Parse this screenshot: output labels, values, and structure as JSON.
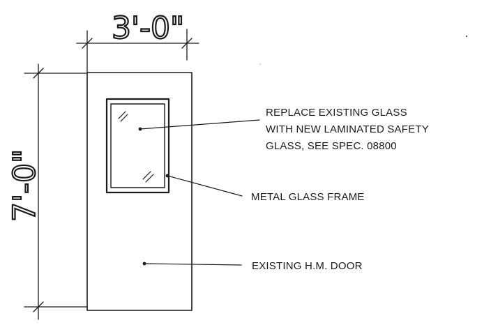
{
  "dimensions": {
    "width_label": "3'-0\"",
    "height_label": "7'-0\""
  },
  "notes": {
    "glass": [
      "REPLACE EXISTING GLASS",
      "WITH NEW LAMINATED SAFETY",
      "GLASS, SEE SPEC. 08800"
    ],
    "frame": "METAL GLASS FRAME",
    "door": "EXISTING H.M. DOOR"
  },
  "colors": {
    "ink": "#1a1a1a",
    "paper": "#ffffff"
  }
}
